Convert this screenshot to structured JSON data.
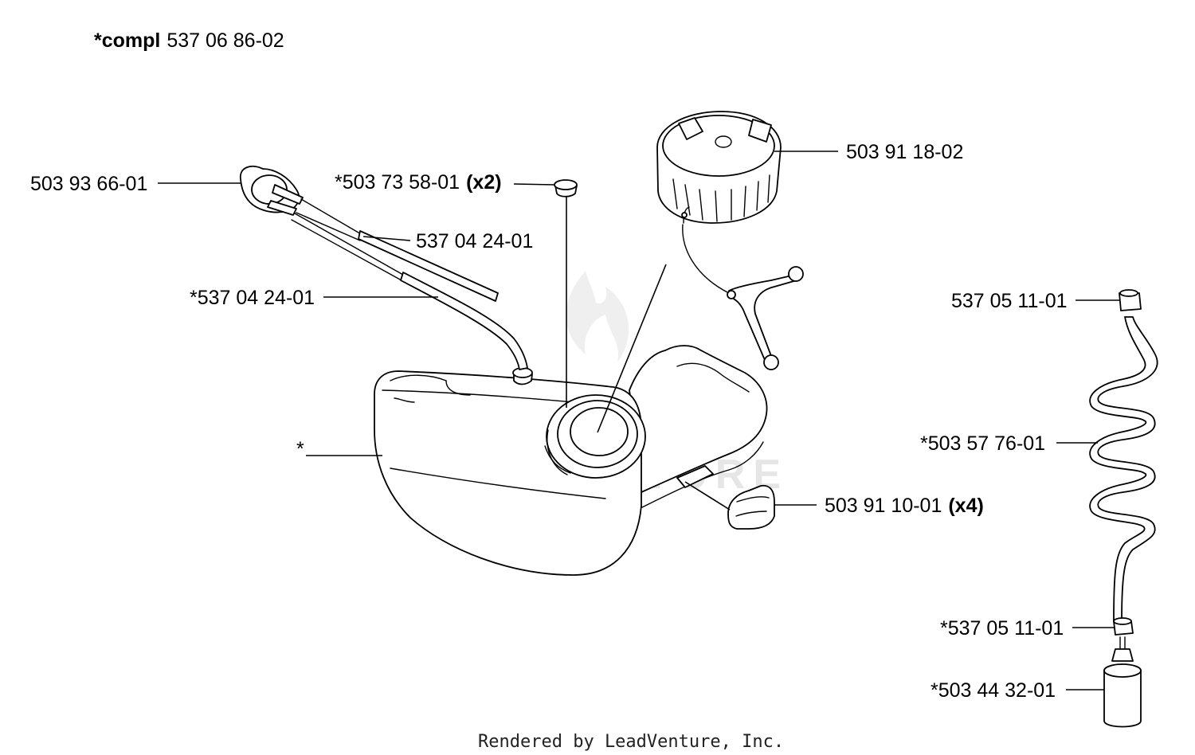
{
  "title": {
    "prefix": "*compl",
    "number": "537 06 86-02"
  },
  "callouts": [
    {
      "id": "fuel-pump-bulb",
      "text": "503 93 66-01",
      "qty": ""
    },
    {
      "id": "grommet",
      "text": "*503 73 58-01",
      "qty": "(x2)"
    },
    {
      "id": "fuel-hose",
      "text": "537 04 24-01",
      "qty": ""
    },
    {
      "id": "fuel-hose-2",
      "text": "*537 04 24-01",
      "qty": ""
    },
    {
      "id": "fuel-cap",
      "text": "503 91 18-02",
      "qty": ""
    },
    {
      "id": "fuel-tank",
      "text": "*",
      "qty": ""
    },
    {
      "id": "rubber-pad",
      "text": "503 91 10-01",
      "qty": "(x4)"
    },
    {
      "id": "hose-nut",
      "text": "537 05 11-01",
      "qty": ""
    },
    {
      "id": "coil-fuel-hose",
      "text": "*503 57 76-01",
      "qty": ""
    },
    {
      "id": "hose-nut-2",
      "text": "*537 05 11-01",
      "qty": ""
    },
    {
      "id": "fuel-filter",
      "text": "*503 44 32-01",
      "qty": ""
    }
  ],
  "watermark": "LEADVENTURE",
  "footer": "Rendered by LeadVenture, Inc."
}
